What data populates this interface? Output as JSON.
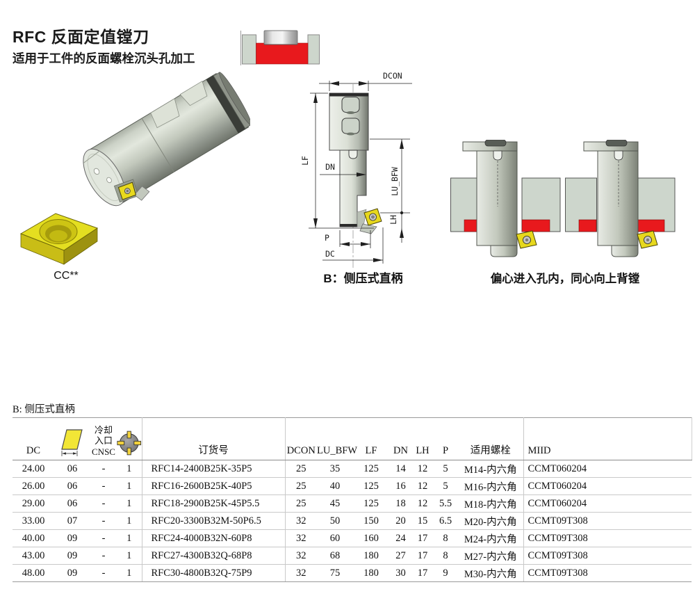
{
  "header": {
    "title": "RFC 反面定值镗刀",
    "subtitle": "适用于工件的反面螺栓沉头孔加工"
  },
  "figures": {
    "insert_label": "CC**",
    "shank_caption": "B：侧压式直柄",
    "usage_caption": "偏心进入孔内，同心向上背镗",
    "dims": {
      "dcon": "DCON",
      "lf": "LF",
      "dn": "DN",
      "lu_bfw": "LU_BFW",
      "lh": "LH",
      "p": "P",
      "dc": "DC"
    }
  },
  "colors": {
    "accent_red": "#e8191d",
    "insert_yellow": "#e4de20",
    "workpiece_gray_green": "#cdd6cc",
    "steel_light": "#e2e7dd"
  },
  "icons": {
    "insert_size": "insert-shape-icon",
    "edge_count": "edge-count-icon",
    "counterbore": "counterbore-section-icon"
  },
  "table": {
    "section_title": "B: 侧压式直柄",
    "headers": {
      "dc": "DC",
      "coolant_l1": "冷却",
      "coolant_l2": "入口",
      "coolant_l3": "CNSC",
      "order_no": "订货号",
      "dcon": "DCON",
      "lu_bfw": "LU_BFW",
      "lf": "LF",
      "dn": "DN",
      "lh": "LH",
      "p": "P",
      "bolt": "适用螺栓",
      "miid": "MIID"
    },
    "rows": [
      [
        "24.00",
        "06",
        "-",
        "1",
        "RFC14-2400B25K-35P5",
        "25",
        "35",
        "125",
        "14",
        "12",
        "5",
        "M14-内六角",
        "CCMT060204"
      ],
      [
        "26.00",
        "06",
        "-",
        "1",
        "RFC16-2600B25K-40P5",
        "25",
        "40",
        "125",
        "16",
        "12",
        "5",
        "M16-内六角",
        "CCMT060204"
      ],
      [
        "29.00",
        "06",
        "-",
        "1",
        "RFC18-2900B25K-45P5.5",
        "25",
        "45",
        "125",
        "18",
        "12",
        "5.5",
        "M18-内六角",
        "CCMT060204"
      ],
      [
        "33.00",
        "07",
        "-",
        "1",
        "RFC20-3300B32M-50P6.5",
        "32",
        "50",
        "150",
        "20",
        "15",
        "6.5",
        "M20-内六角",
        "CCMT09T308"
      ],
      [
        "40.00",
        "09",
        "-",
        "1",
        "RFC24-4000B32N-60P8",
        "32",
        "60",
        "160",
        "24",
        "17",
        "8",
        "M24-内六角",
        "CCMT09T308"
      ],
      [
        "43.00",
        "09",
        "-",
        "1",
        "RFC27-4300B32Q-68P8",
        "32",
        "68",
        "180",
        "27",
        "17",
        "8",
        "M27-内六角",
        "CCMT09T308"
      ],
      [
        "48.00",
        "09",
        "-",
        "1",
        "RFC30-4800B32Q-75P9",
        "32",
        "75",
        "180",
        "30",
        "17",
        "9",
        "M30-内六角",
        "CCMT09T308"
      ]
    ]
  }
}
